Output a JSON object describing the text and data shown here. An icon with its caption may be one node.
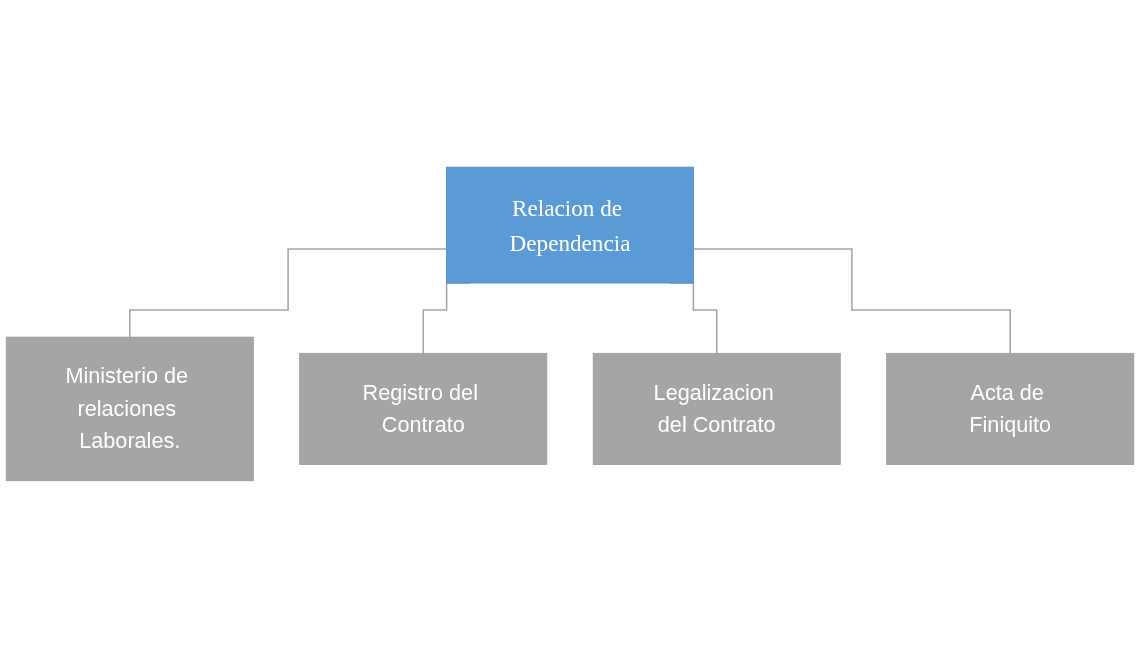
{
  "diagram": {
    "nodes": [
      {
        "text": [
          "Relacion de Dependencia"
        ]
      },
      {
        "text": [
          "Ministerio de relaciones Laborales."
        ]
      },
      {
        "text": [
          "Registro del Contrato"
        ]
      },
      {
        "text": [
          "Legalizacion del Contrato"
        ]
      },
      {
        "text": [
          "Acta de Finiquito"
        ]
      }
    ],
    "edges": [
      {
        "from": 0,
        "to": 1,
        "arrow": "none"
      },
      {
        "from": 0,
        "to": 2,
        "arrow": "none"
      },
      {
        "from": 0,
        "to": 3,
        "arrow": "none"
      },
      {
        "from": 0,
        "to": 4,
        "arrow": "none"
      }
    ]
  }
}
